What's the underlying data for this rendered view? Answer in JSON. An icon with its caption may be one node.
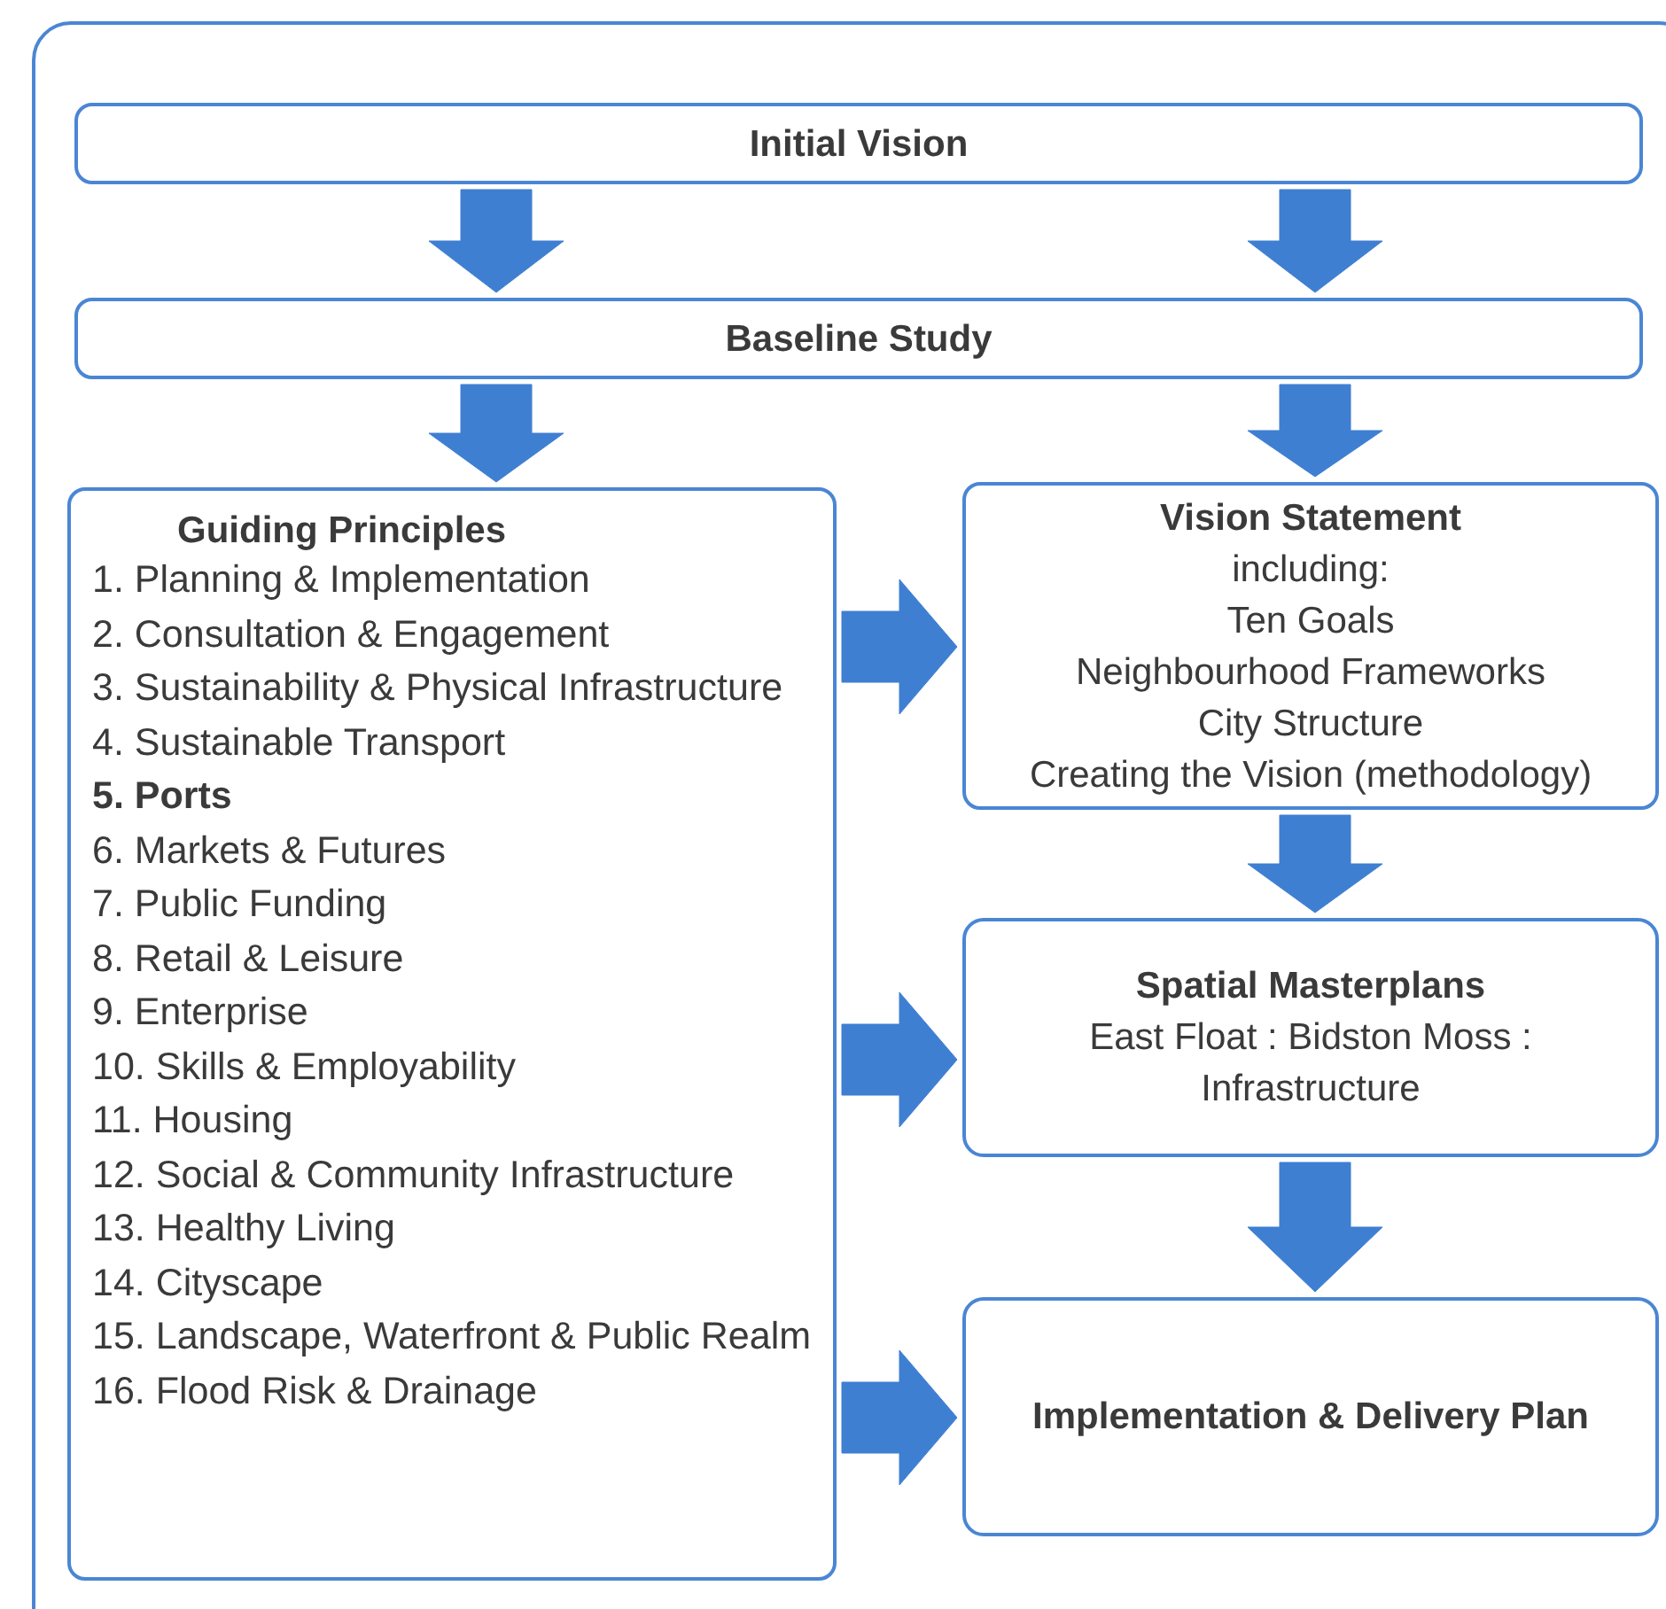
{
  "diagram": {
    "nodes": [
      {
        "text": [
          "Initial Vision"
        ]
      },
      {
        "text": [
          "Baseline Study"
        ]
      },
      {
        "text": [
          "Guiding Principles",
          "1. Planning & Implementation",
          "2. Consultation & Engagement",
          "3. Sustainability & Physical Infrastructure",
          "4. Sustainable Transport",
          "**5. Ports**",
          "6. Markets & Futures",
          "7. Public Funding",
          "8. Retail & Leisure",
          "9. Enterprise",
          "10. Skills & Employability",
          "11. Housing",
          "12. Social & Community Infrastructure",
          "13. Healthy Living",
          "14. Cityscape",
          "15. Landscape, Waterfront & Public Realm",
          "16. Flood Risk & Drainage"
        ]
      },
      {
        "text": [
          "Vision Statement",
          "including:",
          "Ten Goals",
          "Neighbourhood Frameworks",
          "City Structure",
          "Creating the Vision (methodology)"
        ]
      },
      {
        "text": [
          "Spatial Masterplans",
          "East Float : Bidston Moss : Infrastructure"
        ]
      },
      {
        "text": [
          "Implementation & Delivery Plan"
        ]
      }
    ],
    "edges": [
      {
        "from": 0,
        "to": 1,
        "arrow": "to"
      },
      {
        "from": 0,
        "to": 1,
        "arrow": "to"
      },
      {
        "from": 1,
        "to": 2,
        "arrow": "to"
      },
      {
        "from": 1,
        "to": 3,
        "arrow": "to"
      },
      {
        "from": 2,
        "to": 3,
        "arrow": "to"
      },
      {
        "from": 2,
        "to": 4,
        "arrow": "to"
      },
      {
        "from": 2,
        "to": 5,
        "arrow": "to"
      },
      {
        "from": 3,
        "to": 4,
        "arrow": "to"
      },
      {
        "from": 4,
        "to": 5,
        "arrow": "to"
      }
    ]
  }
}
